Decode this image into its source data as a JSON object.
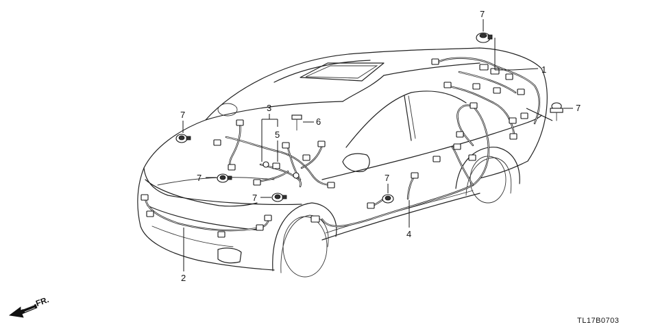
{
  "diagram_code": "TL17B0703",
  "front_indicator": {
    "label": "FR.",
    "icon": "front-direction-arrow-icon"
  },
  "callouts": [
    {
      "id": "c1",
      "text": "1"
    },
    {
      "id": "c2",
      "text": "2"
    },
    {
      "id": "c3",
      "text": "3"
    },
    {
      "id": "c4",
      "text": "4"
    },
    {
      "id": "c5",
      "text": "5"
    },
    {
      "id": "c6",
      "text": "6"
    },
    {
      "id": "c7a",
      "text": "7"
    },
    {
      "id": "c7b",
      "text": "7"
    },
    {
      "id": "c7c",
      "text": "7"
    },
    {
      "id": "c7d",
      "text": "7"
    },
    {
      "id": "c7e",
      "text": "7"
    },
    {
      "id": "c7f",
      "text": "7"
    }
  ]
}
